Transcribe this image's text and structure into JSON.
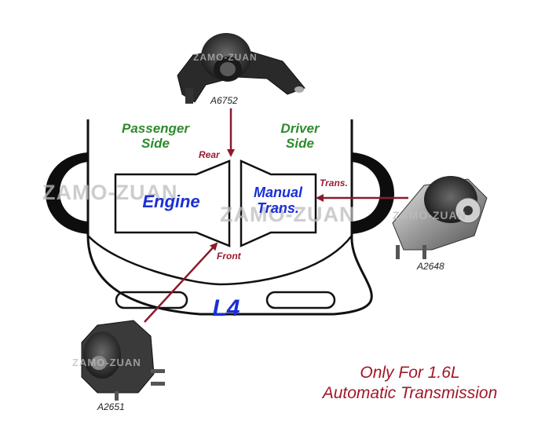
{
  "labels": {
    "passenger": "Passenger",
    "passenger_side": "Side",
    "driver": "Driver",
    "driver_side": "Side",
    "engine": "Engine",
    "manual": "Manual",
    "trans_dot": "Trans.",
    "rear": "Rear",
    "front": "Front",
    "trans_arrow": "Trans.",
    "engine_code": "L4"
  },
  "parts": {
    "top": "A6752",
    "right": "A2648",
    "bottom": "A2651"
  },
  "watermark": "ZAMO-ZUAN",
  "note": {
    "line1": "Only For 1.6L",
    "line2": "Automatic Transmission"
  },
  "colors": {
    "outline": "#111111",
    "arrow": "#8b1a2b",
    "side_label": "#2e8b2e",
    "block_label": "#1a2fd6",
    "note": "#a01828"
  }
}
